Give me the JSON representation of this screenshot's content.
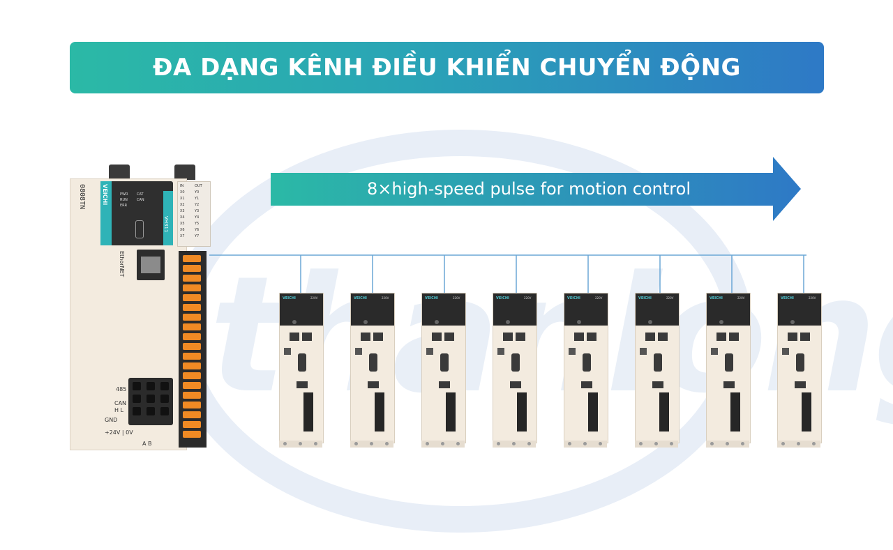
{
  "banner": {
    "title": "ĐA DẠNG KÊNH ĐIỀU KHIỂN CHUYỂN ĐỘNG"
  },
  "arrow": {
    "label": "8×high-speed pulse for motion control"
  },
  "plc": {
    "brand": "VEICHI",
    "model": "VH311",
    "side_label": "0808TN",
    "leds": [
      "PWR",
      "RUN",
      "ERR",
      "CAT",
      "CAN"
    ],
    "io_in": "IN",
    "io_out": "OUT",
    "in_labels": [
      "X0",
      "X1",
      "X2",
      "X3",
      "X4",
      "X5",
      "X6",
      "X7"
    ],
    "out_labels": [
      "Y0",
      "Y1",
      "Y2",
      "Y3",
      "Y4",
      "Y5",
      "Y6",
      "Y7"
    ],
    "ethernet_label": "EthorNET",
    "port_485": "485",
    "port_can": "CAN",
    "can_hl": "H  L",
    "gnd": "GND",
    "power": "+24V | 0V",
    "bottom_ab": "A   B"
  },
  "drives": {
    "brand": "VEICHI",
    "voltage": "220V",
    "count": 8
  },
  "colors": {
    "teal": "#2bb9a6",
    "blue": "#2e79c6",
    "orange": "#f08a24",
    "watermark": "#e9eff7"
  },
  "watermark": {
    "text": "thanlong"
  }
}
